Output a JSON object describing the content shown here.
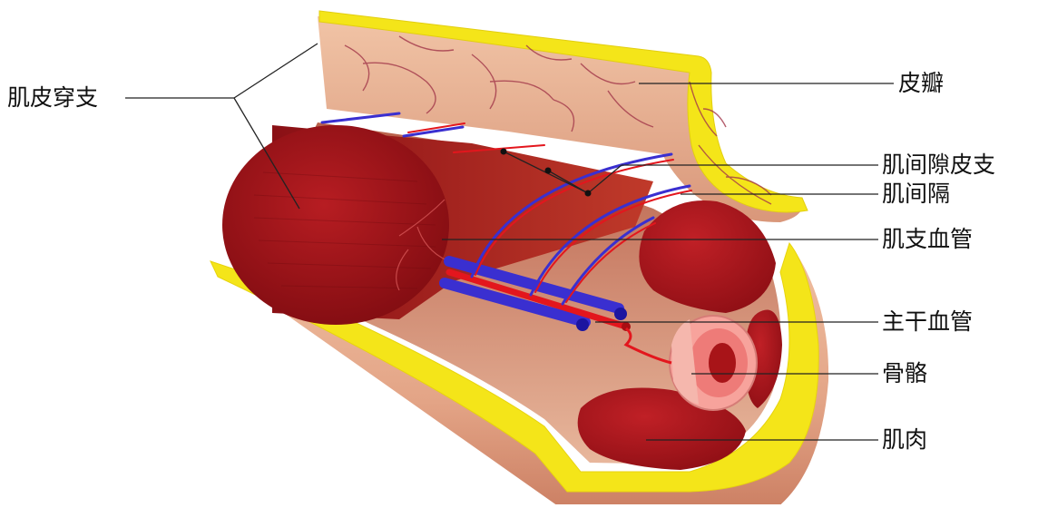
{
  "labels": {
    "perforator": "肌皮穿支",
    "skin_flap": "皮瓣",
    "septocutaneous": "肌间隙皮支",
    "septum": "肌间隔",
    "muscular_vessels": "肌支血管",
    "main_vessels": "主干血管",
    "bone": "骨骼",
    "muscle": "肌肉"
  },
  "colors": {
    "skin": "#e9b395",
    "skin_dark": "#c98466",
    "fat": "#f5e617",
    "muscle": "#b0161d",
    "muscle_dark": "#7e0b11",
    "artery": "#e3161d",
    "vein": "#3a2fd0",
    "bone": "#f28a86",
    "marrow": "#a81418"
  }
}
